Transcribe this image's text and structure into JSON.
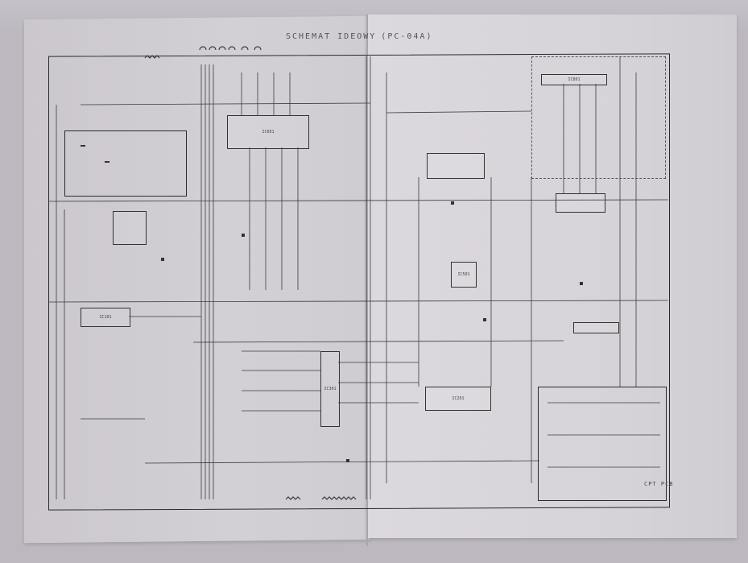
{
  "document": {
    "title": "SCHEMAT IDEOWY",
    "model": "(PC-04A)",
    "board_label": "CPT PCB"
  },
  "components": {
    "ic_main_top": "IC601",
    "ic_center_right": "IC201",
    "ic_center_left": "IC501",
    "ic_left_mid": "IC101",
    "ic_power_right": "IC801",
    "ic_vertical": "IC301"
  },
  "colors": {
    "paper": "#d3d0d5",
    "ink": "#2a2a2e",
    "background": "#bdb8c0"
  }
}
